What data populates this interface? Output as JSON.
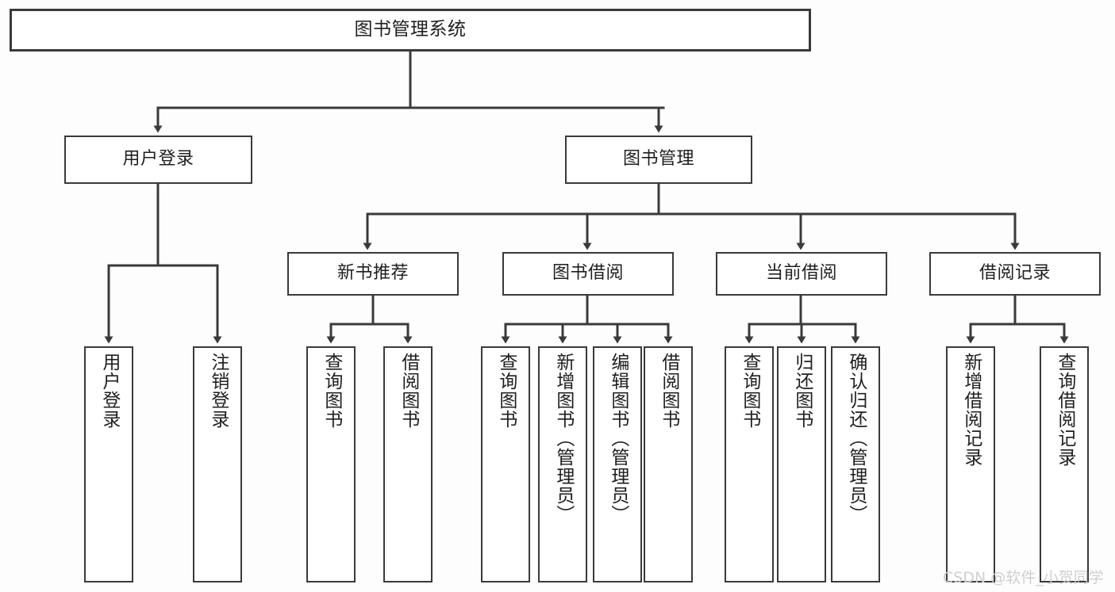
{
  "diagram": {
    "title": "图书管理系统",
    "type": "tree",
    "background_color": "#fdfdfd",
    "line_color": "#3a3a3a",
    "text_color": "#1f1f1f",
    "root": {
      "id": "root",
      "label": "图书管理系统",
      "orientation": "horizontal"
    },
    "level2": [
      {
        "id": "user-login",
        "label": "用户登录",
        "orientation": "horizontal"
      },
      {
        "id": "book-manage",
        "label": "图书管理",
        "orientation": "horizontal"
      }
    ],
    "level3": [
      {
        "id": "new-book-recommend",
        "label": "新书推荐",
        "orientation": "horizontal"
      },
      {
        "id": "book-borrow",
        "label": "图书借阅",
        "orientation": "horizontal"
      },
      {
        "id": "current-borrow",
        "label": "当前借阅",
        "orientation": "horizontal"
      },
      {
        "id": "borrow-record",
        "label": "借阅记录",
        "orientation": "horizontal"
      }
    ],
    "leaves": [
      {
        "id": "leaf-user-login",
        "label": "用户登录",
        "parent": "user-login",
        "orientation": "vertical"
      },
      {
        "id": "leaf-logout-login",
        "label": "注销登录",
        "parent": "user-login",
        "orientation": "vertical"
      },
      {
        "id": "leaf-query-book-1",
        "label": "查询图书",
        "parent": "new-book-recommend",
        "orientation": "vertical"
      },
      {
        "id": "leaf-borrow-book-1",
        "label": "借阅图书",
        "parent": "new-book-recommend",
        "orientation": "vertical"
      },
      {
        "id": "leaf-query-book-2",
        "label": "查询图书",
        "parent": "book-borrow",
        "orientation": "vertical"
      },
      {
        "id": "leaf-add-book",
        "label": "新增图书（管理员）",
        "parent": "book-borrow",
        "orientation": "vertical"
      },
      {
        "id": "leaf-edit-book",
        "label": "编辑图书（管理员）",
        "parent": "book-borrow",
        "orientation": "vertical"
      },
      {
        "id": "leaf-borrow-book-2",
        "label": "借阅图书",
        "parent": "book-borrow",
        "orientation": "vertical"
      },
      {
        "id": "leaf-query-book-3",
        "label": "查询图书",
        "parent": "current-borrow",
        "orientation": "vertical"
      },
      {
        "id": "leaf-return-book",
        "label": "归还图书",
        "parent": "current-borrow",
        "orientation": "vertical"
      },
      {
        "id": "leaf-confirm-return",
        "label": "确认归还（管理员）",
        "parent": "current-borrow",
        "orientation": "vertical"
      },
      {
        "id": "leaf-add-record",
        "label": "新增借阅记录",
        "parent": "borrow-record",
        "orientation": "vertical"
      },
      {
        "id": "leaf-query-record",
        "label": "查询借阅记录",
        "parent": "borrow-record",
        "orientation": "vertical"
      }
    ]
  },
  "watermark": {
    "text": "CSDN @软件_小贺同学",
    "color": "#cfcfcf"
  }
}
